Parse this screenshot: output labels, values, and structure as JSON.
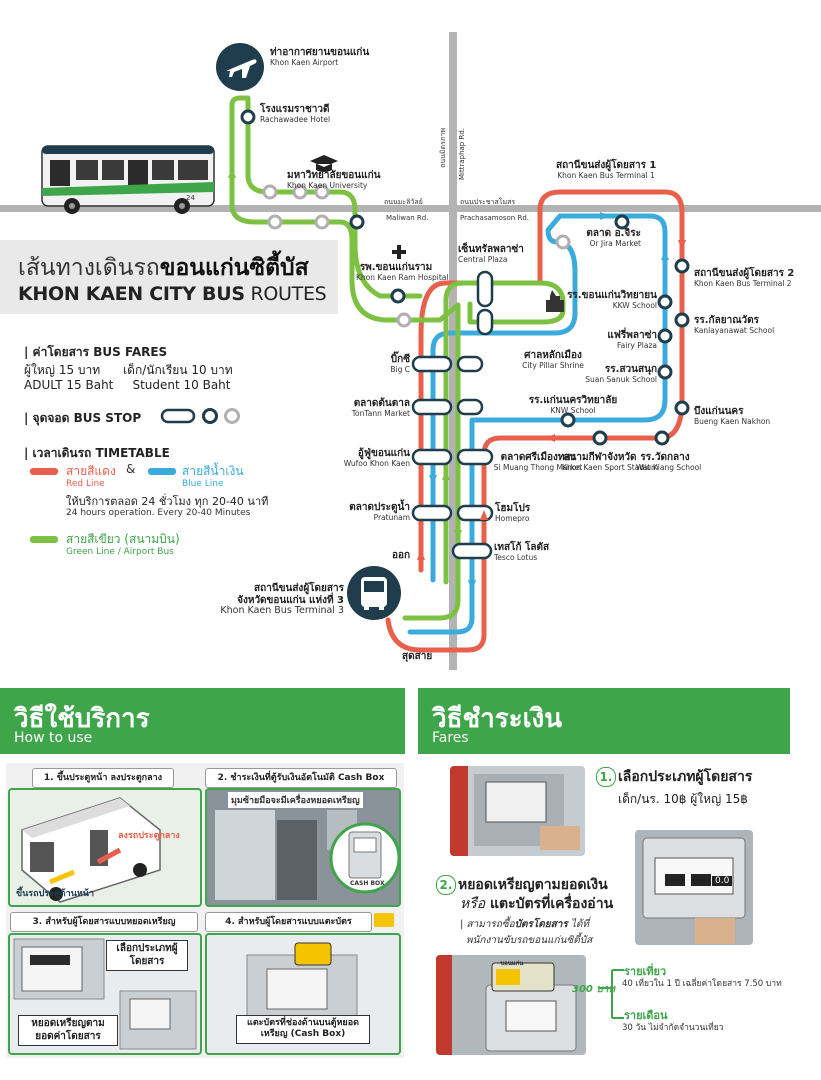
{
  "colors": {
    "red": "#e8604c",
    "blue": "#3aabdc",
    "green": "#7dc142",
    "navy": "#1f3d4d",
    "header_green": "#3fa54a",
    "road": "#b3b3b3"
  },
  "title": {
    "th_light": "เส้นทางเดินรถ",
    "th_bold": "ขอนแก่นซิตี้บัส",
    "en_bold": "KHON KAEN CITY BUS",
    "en_light": " ROUTES"
  },
  "roads": {
    "v1": "ถนนมิตรภาพ",
    "v2": "Mittraphap Rd.",
    "h1_th": "ถนนมะลิวัลย์",
    "h1_en": "Maliwan Rd.",
    "h2_th": "ถนนประชาสโมสร",
    "h2_en": "Prachasamoson Rd."
  },
  "stops": {
    "airport": {
      "th": "ท่าอากาศยานขอนแก่น",
      "en": "Khon Kaen Airport"
    },
    "rachawadee": {
      "th": "โรงแรมราชาวดี",
      "en": "Rachawadee Hotel"
    },
    "kku": {
      "th": "มหาวิทยาลัยขอนแก่น",
      "en": "Khon Kaen University"
    },
    "ram": {
      "th": "รพ.ขอนแก่นราม",
      "en": "Khon Kaen Ram Hospital"
    },
    "central": {
      "th": "เซ็นทรัลพลาซ่า",
      "en": "Central Plaza"
    },
    "terminal1": {
      "th": "สถานีขนส่งผู้โดยสาร 1",
      "en": "Khon Kaen Bus Terminal 1"
    },
    "orjira": {
      "th": "ตลาด อ.จิระ",
      "en": "Or Jira Market"
    },
    "terminal2": {
      "th": "สถานีขนส่งผู้โดยสาร 2",
      "en": "Khon Kaen Bus Terminal 2"
    },
    "kkw": {
      "th": "รร.ขอนแก่นวิทยายน",
      "en": "KKW School"
    },
    "kanlaya": {
      "th": "รร.กัลยาณวัตร",
      "en": "Kanlayanawat School"
    },
    "fairy": {
      "th": "แฟรี่พลาซ่า",
      "en": "Fairy Plaza"
    },
    "suan": {
      "th": "รร.สวนสนุก",
      "en": "Suan Sanuk School"
    },
    "shrine": {
      "th": "ศาลหลักเมือง",
      "en": "City Pillar Shrine"
    },
    "bigc": {
      "th": "บิ๊กซี",
      "en": "Big C"
    },
    "tontann": {
      "th": "ตลาดต้นตาล",
      "en": "TonTann Market"
    },
    "knw": {
      "th": "รร.แก่นนครวิทยาลัย",
      "en": "KNW School"
    },
    "bueng": {
      "th": "บึงแก่นนคร",
      "en": "Bueng Kaen Nakhon"
    },
    "wufoo": {
      "th": "อู้ฟู่ขอนแก่น",
      "en": "Wufoo Khon Kaen"
    },
    "simuang": {
      "th": "ตลาดศรีเมืองทอง",
      "en": "Si Muang Thong Market"
    },
    "stadium": {
      "th": "สนามกีฬาจังหวัด",
      "en": "Khon Kaen Sport Stadium"
    },
    "watklang": {
      "th": "รร.วัดกลาง",
      "en": "Wat Klang School"
    },
    "pratunam": {
      "th": "ตลาดประตูน้ำ",
      "en": "Pratunam"
    },
    "homepro": {
      "th": "โฮมโปร",
      "en": "Homepro"
    },
    "tesco": {
      "th": "เทสโก้ โลตัส",
      "en": "Tesco Lotus"
    },
    "terminal3": {
      "th1": "สถานีขนส่งผู้โดยสาร",
      "th2": "จังหวัดขอนแก่น แห่งที่ 3",
      "en": "Khon Kaen Bus Terminal 3"
    },
    "out": "ออก",
    "end": "สุดสาย"
  },
  "fares": {
    "header": "| ค่าโดยสาร BUS FARES",
    "th": "ผู้ใหญ่ 15 บาท      เด็ก/นักเรียน 10 บาท",
    "en": "ADULT 15 Baht     Student 10 Baht"
  },
  "busstop": {
    "header": "| จุดจอด BUS STOP"
  },
  "timetable": {
    "header": "| เวลาเดินรถ TIMETABLE",
    "red_th": "สายสีแดง",
    "amp": "&",
    "blue_th": "สายสีน้ำเงิน",
    "red_en": "Red Line",
    "blue_en": "Blue Line",
    "hours_th": "ให้บริการตลอด 24 ชั่วโมง ทุก 20-40 นาที",
    "hours_en": "24 hours operation. Every 20-40 Minutes",
    "green_th": "สายสีเขียว (สนามบิน)",
    "green_en": "Green Line / Airport Bus"
  },
  "bus_number": "24",
  "howto": {
    "title_th": "วิธีใช้บริการ",
    "title_en": "How to use",
    "step1": "1. ขึ้นประตูหน้า ลงประตูกลาง",
    "step1_out": "ลงรถประตูกลาง",
    "step1_in": "ขึ้นรถประตูด้านหน้า",
    "step2": "2. ชำระเงินที่ตู้รับเงินอัตโนมัติ Cash Box",
    "step2_note": "มุมซ้ายมือจะมีเครื่องหยอดเหรียญ",
    "step2_box": "CASH BOX",
    "step3": "3. สำหรับผู้โดยสารแบบหยอดเหรียญ",
    "step3_a": "เลือกประเภทผู้โดยสาร",
    "step3_b": "หยอดเหรียญตามยอดค่าโดยสาร",
    "step4": "4. สำหรับผู้โดยสารแบบแตะบัตร",
    "step4_a": "แตะบัตรที่ช่องด้านบนตู้หยอดเหรียญ (Cash Box)"
  },
  "payment": {
    "title_th": "วิธีชำระเงิน",
    "title_en": "Fares",
    "s1_num": "1.",
    "s1": "เลือกประเภทผู้โดยสาร",
    "s1_sub": "เด็ก/นร. 10฿  ผู้ใหญ่ 15฿",
    "s2_num": "2.",
    "s2a": "หยอดเหรียญตามยอดเงิน",
    "s2b_or": "หรือ",
    "s2b": " แตะบัตรที่เครื่องอ่าน",
    "note1_a": "| สามารถซื้อ",
    "note1_b": "บัตรโดยสาร",
    "note1_c": " ได้ที่",
    "note2": "พนักงานขับรถขอนแก่นซิตี้บัส",
    "price": "300 บาท",
    "trip_title": "รายเที่ยว",
    "trip_desc": "40 เที่ยวใน 1 ปี เฉลี่ยค่าโดยสาร 7.50 บาท",
    "month_title": "รายเดือน",
    "month_desc": "30 วัน ไม่จำกัดจำนวนเที่ยว",
    "screen_value": "0.0",
    "card_brand": "ขอนแก่น"
  }
}
